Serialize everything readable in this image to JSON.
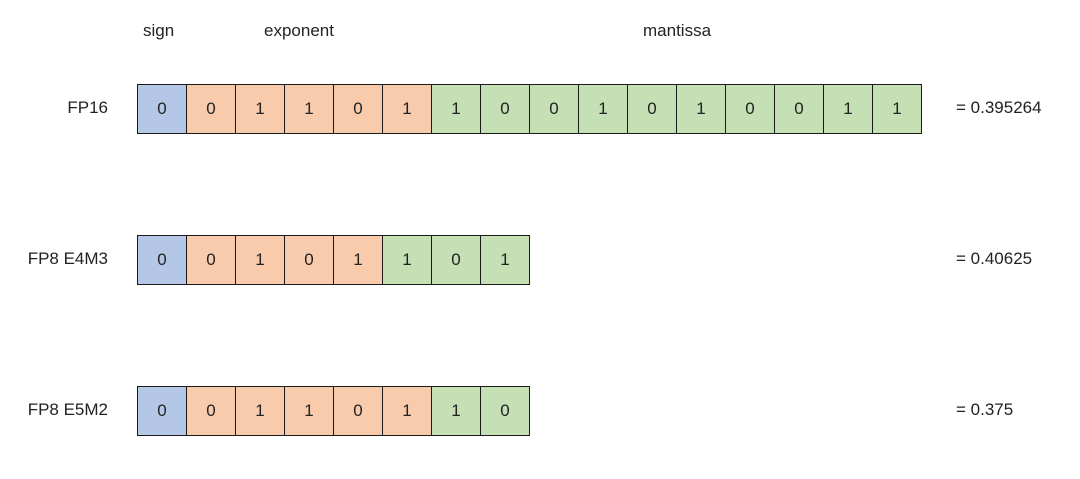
{
  "headers": {
    "sign": "sign",
    "exponent": "exponent",
    "mantissa": "mantissa"
  },
  "colors": {
    "sign": "#b4c7e7",
    "exponent": "#f8cbad",
    "mantissa": "#c5e0b4"
  },
  "formats": [
    {
      "label": "FP16",
      "sign_bits": [
        "0"
      ],
      "exponent_bits": [
        "0",
        "1",
        "1",
        "0",
        "1"
      ],
      "mantissa_bits": [
        "1",
        "0",
        "0",
        "1",
        "0",
        "1",
        "0",
        "0",
        "1",
        "1"
      ],
      "value": "= 0.395264"
    },
    {
      "label": "FP8 E4M3",
      "sign_bits": [
        "0"
      ],
      "exponent_bits": [
        "0",
        "1",
        "0",
        "1"
      ],
      "mantissa_bits": [
        "1",
        "0",
        "1"
      ],
      "value": "= 0.40625"
    },
    {
      "label": "FP8 E5M2",
      "sign_bits": [
        "0"
      ],
      "exponent_bits": [
        "0",
        "1",
        "1",
        "0",
        "1"
      ],
      "mantissa_bits": [
        "1",
        "0"
      ],
      "value": "= 0.375"
    }
  ]
}
